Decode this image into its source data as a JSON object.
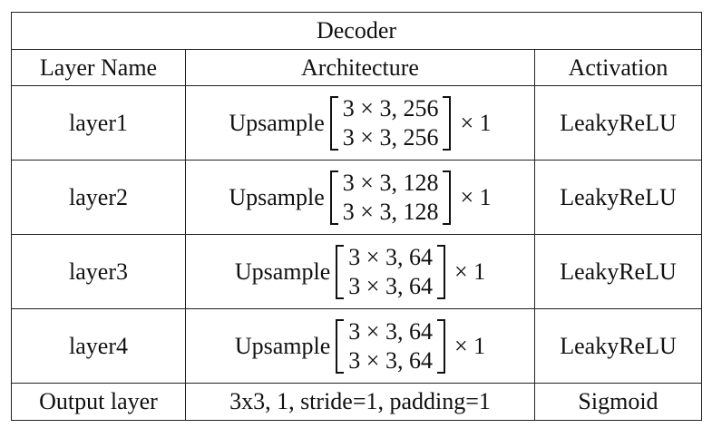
{
  "table": {
    "title": "Decoder",
    "headers": [
      "Layer Name",
      "Architecture",
      "Activation"
    ],
    "rows": [
      {
        "name": "layer1",
        "prefix": "Upsample",
        "matrix": [
          "3 × 3, 256",
          "3 × 3, 256"
        ],
        "times": "× 1",
        "activation": "LeakyReLU"
      },
      {
        "name": "layer2",
        "prefix": "Upsample",
        "matrix": [
          "3 × 3, 128",
          "3 × 3, 128"
        ],
        "times": "× 1",
        "activation": "LeakyReLU"
      },
      {
        "name": "layer3",
        "prefix": "Upsample",
        "matrix": [
          "3 × 3, 64",
          "3 × 3, 64"
        ],
        "times": "× 1",
        "activation": "LeakyReLU"
      },
      {
        "name": "layer4",
        "prefix": "Upsample",
        "matrix": [
          "3 × 3, 64",
          "3 × 3, 64"
        ],
        "times": "× 1",
        "activation": "LeakyReLU"
      }
    ],
    "output": {
      "name": "Output layer",
      "architecture": "3x3, 1, stride=1, padding=1",
      "activation": "Sigmoid"
    }
  }
}
